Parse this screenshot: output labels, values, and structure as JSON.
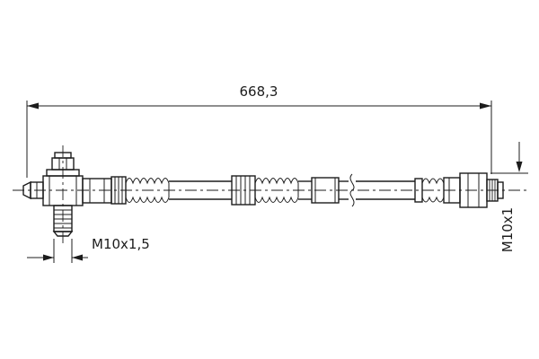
{
  "diagram": {
    "type": "technical-drawing-brake-hose",
    "labels": {
      "overall_length": "668,3",
      "thread_left": "M10x1,5",
      "thread_right": "M10x1"
    },
    "colors": {
      "ink": "#1c1c1c",
      "background": "#ffffff"
    }
  }
}
